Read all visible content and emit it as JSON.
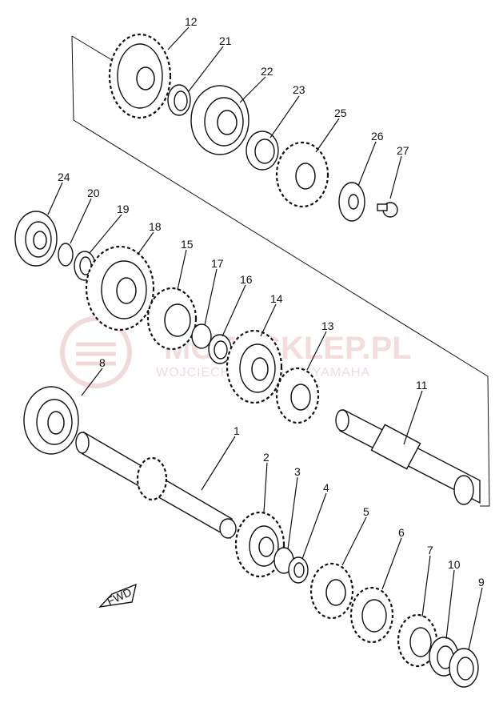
{
  "watermark": {
    "line1": "MOTOSKLEP.PL",
    "line2": "WOJCIECH ... DEALER YAMAHA"
  },
  "fwd_label": "FWD",
  "parts": [
    {
      "id": "p1",
      "label": "1"
    },
    {
      "id": "p2",
      "label": "2"
    },
    {
      "id": "p3",
      "label": "3"
    },
    {
      "id": "p4",
      "label": "4"
    },
    {
      "id": "p5",
      "label": "5"
    },
    {
      "id": "p6",
      "label": "6"
    },
    {
      "id": "p7",
      "label": "7"
    },
    {
      "id": "p8",
      "label": "8"
    },
    {
      "id": "p9",
      "label": "9"
    },
    {
      "id": "p10",
      "label": "10"
    },
    {
      "id": "p11",
      "label": "11"
    },
    {
      "id": "p12",
      "label": "12"
    },
    {
      "id": "p13",
      "label": "13"
    },
    {
      "id": "p14",
      "label": "14"
    },
    {
      "id": "p15",
      "label": "15"
    },
    {
      "id": "p16",
      "label": "16"
    },
    {
      "id": "p17",
      "label": "17"
    },
    {
      "id": "p18",
      "label": "18"
    },
    {
      "id": "p19",
      "label": "19"
    },
    {
      "id": "p20",
      "label": "20"
    },
    {
      "id": "p21",
      "label": "21"
    },
    {
      "id": "p22",
      "label": "22"
    },
    {
      "id": "p23",
      "label": "23"
    },
    {
      "id": "p24",
      "label": "24"
    },
    {
      "id": "p25",
      "label": "25"
    },
    {
      "id": "p26",
      "label": "26"
    },
    {
      "id": "p27",
      "label": "27"
    }
  ]
}
